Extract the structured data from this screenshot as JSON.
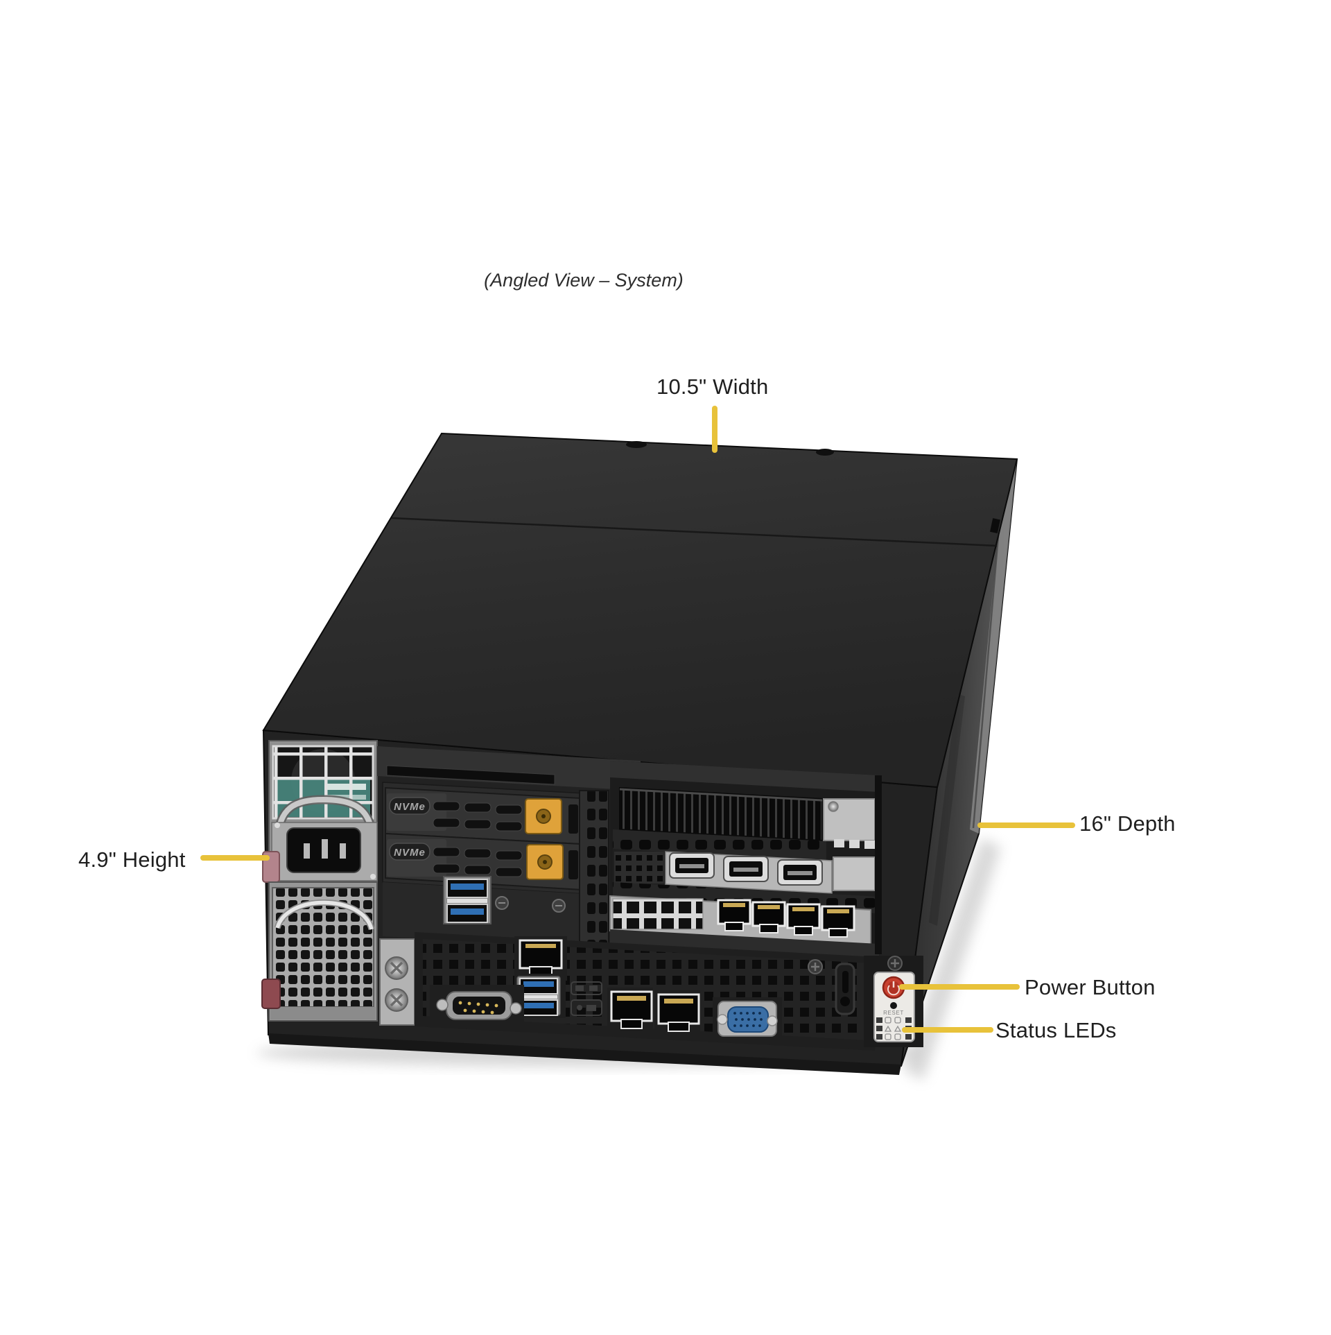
{
  "figure": {
    "caption": "(Angled View – System)"
  },
  "callouts": {
    "width": {
      "label": "10.5\" Width"
    },
    "depth": {
      "label": "16\" Depth"
    },
    "height": {
      "label": "4.9\" Height"
    },
    "power": {
      "label": "Power Button"
    },
    "status": {
      "label": "Status LEDs"
    }
  },
  "chassis": {
    "nvme_bay_1_label": "NVMe",
    "nvme_bay_2_label": "NVMe",
    "reset_label": "RESET"
  },
  "colors": {
    "callout_line": "#E8C23A",
    "label_text": "#1F1F1F",
    "nvme_latch": "#DFA23A",
    "power_button": "#C8402F",
    "usb_port": "#2F6FB4",
    "vga_port": "#3A6EA5"
  }
}
